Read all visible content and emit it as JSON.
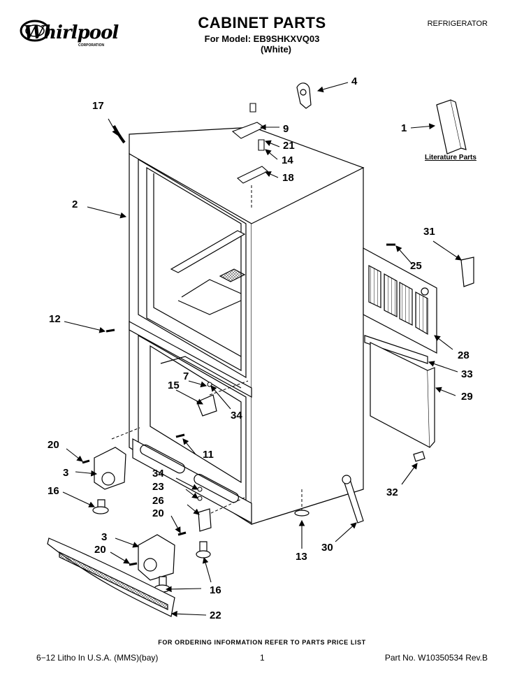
{
  "header": {
    "brand_logo_text": "Whirlpool",
    "brand_logo_sub": "CORPORATION",
    "title": "CABINET PARTS",
    "model_line": "For Model: EB9SHKXVQ03",
    "color_line": "(White)",
    "category": "REFRIGERATOR"
  },
  "literature_label": "Literature Parts",
  "callouts": [
    {
      "id": "c1",
      "label": "1"
    },
    {
      "id": "c2",
      "label": "2"
    },
    {
      "id": "c3a",
      "label": "3"
    },
    {
      "id": "c3b",
      "label": "3"
    },
    {
      "id": "c4",
      "label": "4"
    },
    {
      "id": "c7",
      "label": "7"
    },
    {
      "id": "c9",
      "label": "9"
    },
    {
      "id": "c11",
      "label": "11"
    },
    {
      "id": "c12",
      "label": "12"
    },
    {
      "id": "c13",
      "label": "13"
    },
    {
      "id": "c14",
      "label": "14"
    },
    {
      "id": "c15",
      "label": "15"
    },
    {
      "id": "c16a",
      "label": "16"
    },
    {
      "id": "c16b",
      "label": "16"
    },
    {
      "id": "c17",
      "label": "17"
    },
    {
      "id": "c18",
      "label": "18"
    },
    {
      "id": "c20a",
      "label": "20"
    },
    {
      "id": "c20b",
      "label": "20"
    },
    {
      "id": "c20c",
      "label": "20"
    },
    {
      "id": "c21",
      "label": "21"
    },
    {
      "id": "c22",
      "label": "22"
    },
    {
      "id": "c23",
      "label": "23"
    },
    {
      "id": "c25",
      "label": "25"
    },
    {
      "id": "c26",
      "label": "26"
    },
    {
      "id": "c28",
      "label": "28"
    },
    {
      "id": "c29",
      "label": "29"
    },
    {
      "id": "c30",
      "label": "30"
    },
    {
      "id": "c31",
      "label": "31"
    },
    {
      "id": "c32",
      "label": "32"
    },
    {
      "id": "c33",
      "label": "33"
    },
    {
      "id": "c34a",
      "label": "34"
    },
    {
      "id": "c34b",
      "label": "34"
    }
  ],
  "footer": {
    "ordering_note": "FOR ORDERING INFORMATION REFER TO PARTS PRICE LIST",
    "litho": "6−12 Litho In U.S.A. (MMS)(bay)",
    "page": "1",
    "part_no": "Part No. W10350534 Rev.B"
  }
}
